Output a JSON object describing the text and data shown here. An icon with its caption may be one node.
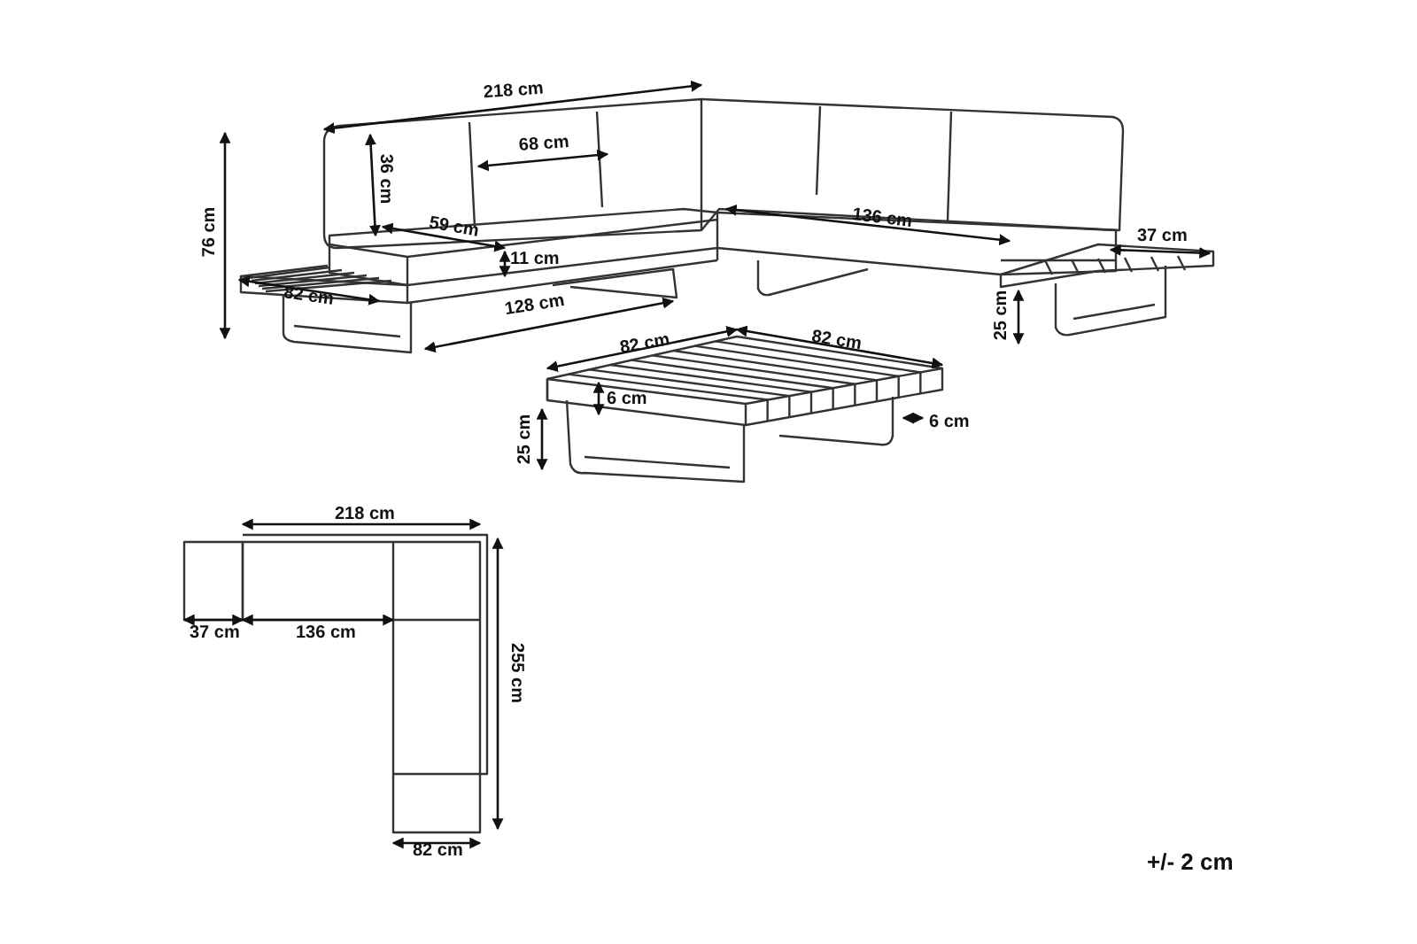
{
  "diagram": {
    "labels": [
      "218 cm",
      "68 cm",
      "36 cm",
      "76 cm",
      "59 cm",
      "136 cm",
      "37 cm",
      "11 cm",
      "82 cm",
      "128 cm",
      "25 cm",
      "82 cm",
      "82 cm",
      "6 cm",
      "25 cm",
      "6 cm",
      "218 cm",
      "37 cm",
      "136 cm",
      "255 cm",
      "82 cm",
      "+/- 2 cm"
    ]
  }
}
